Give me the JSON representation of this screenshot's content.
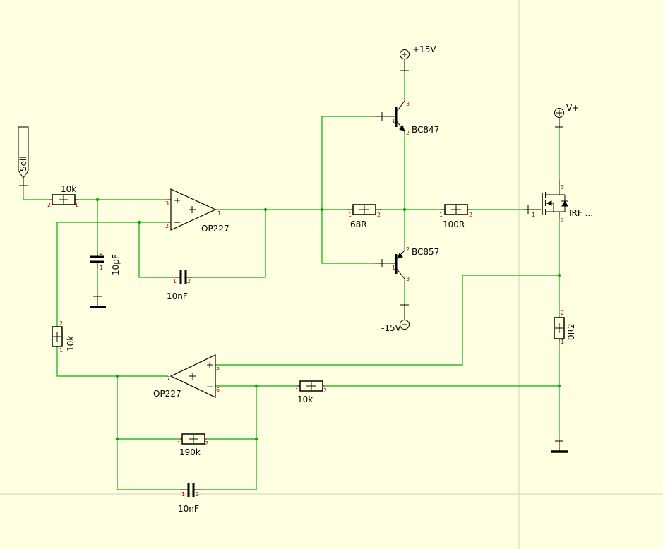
{
  "labels": {
    "soll": "Soll",
    "plus15": "+15V",
    "minus15": "-15V",
    "vplus": "V+",
    "r_in": "10k",
    "r_fb": "10k",
    "r_68": "68R",
    "r_100": "100R",
    "r_sense": "0R2",
    "r_10k_b": "10k",
    "r_190k": "190k",
    "c_10pf": "10pF",
    "c_10nf_top": "10nF",
    "c_10nf_bot": "10nF",
    "op_top": "OP227",
    "op_bot": "OP227",
    "q_npn": "BC847",
    "q_pnp": "BC857",
    "q_mos": "IRF ..."
  },
  "pins": {
    "one": "1",
    "two": "2",
    "three": "3",
    "five": "5",
    "six": "6",
    "seven": "7"
  },
  "colors": {
    "background": "#ffffe1",
    "wire": "#00b000",
    "component": "#000000",
    "pin_label": "#b00000",
    "junction": "#00b000",
    "guide": "#d0d0c0"
  }
}
